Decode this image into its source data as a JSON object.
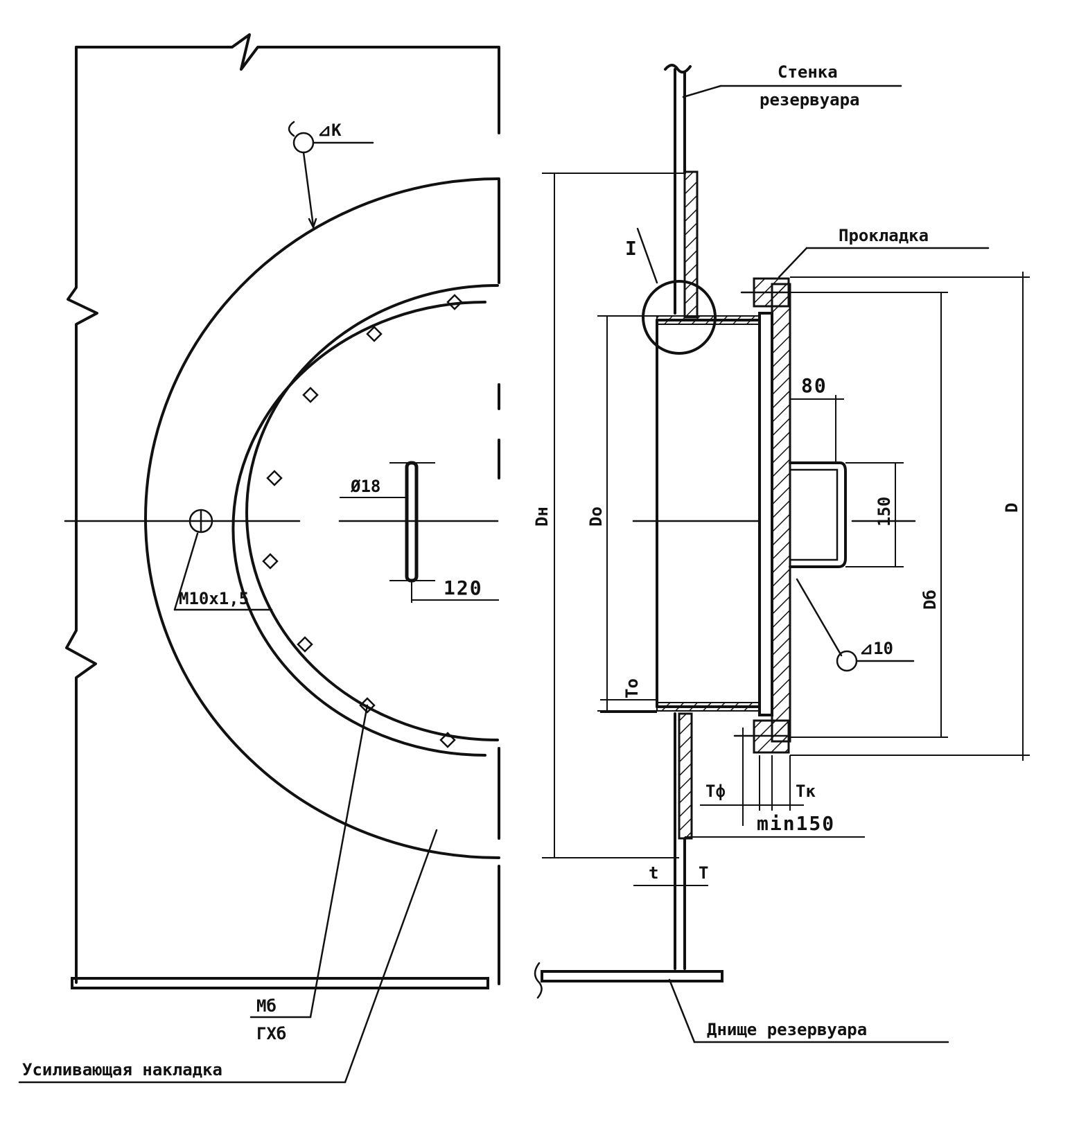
{
  "labels": {
    "tank_wall_line1": "Стенка",
    "tank_wall_line2": "резервуара",
    "gasket": "Прокладка",
    "tank_bottom": "Днище резервуара",
    "reinforcing_plate": "Усиливающая накладка",
    "detail_marker": "I",
    "weld_k": "⊿K",
    "thread_m10": "M10x1,5",
    "bolt_m": "Mб",
    "bolt_gost": "ГХб",
    "diam_18": "Ø18",
    "dim_120": "120",
    "dim_dn": "Dн",
    "dim_do": "Dо",
    "dim_80": "80",
    "dim_150_handle": "150",
    "dim_d": "D",
    "dim_db": "Dб",
    "weld_10": "⊿10",
    "dim_to": "To",
    "dim_tf": "Tф",
    "dim_tk": "Tк",
    "dim_min150": "min150",
    "dim_t_small": "t",
    "dim_t_big": "T"
  }
}
